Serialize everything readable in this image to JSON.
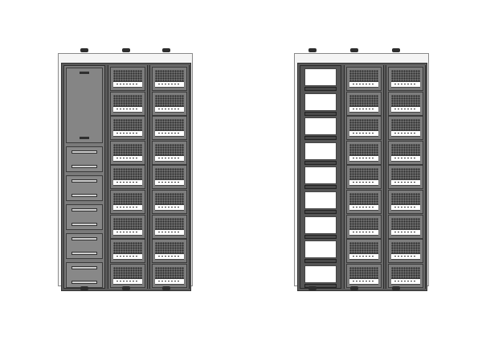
{
  "figure": {
    "cabinets": [
      {
        "name": "left-cabinet",
        "first_column": "blank-and-shelf-panels",
        "patch_columns": 2,
        "units_per_column": 9
      },
      {
        "name": "right-cabinet",
        "first_column": "open-frame",
        "patch_columns": 2,
        "units_per_column": 9
      }
    ]
  },
  "colors": {
    "frame": "#f4f4f4",
    "rack": "#6b6b6b",
    "panel": "#7d7d7d",
    "mesh": "#2b2b2b",
    "slot": "#ffffff"
  }
}
